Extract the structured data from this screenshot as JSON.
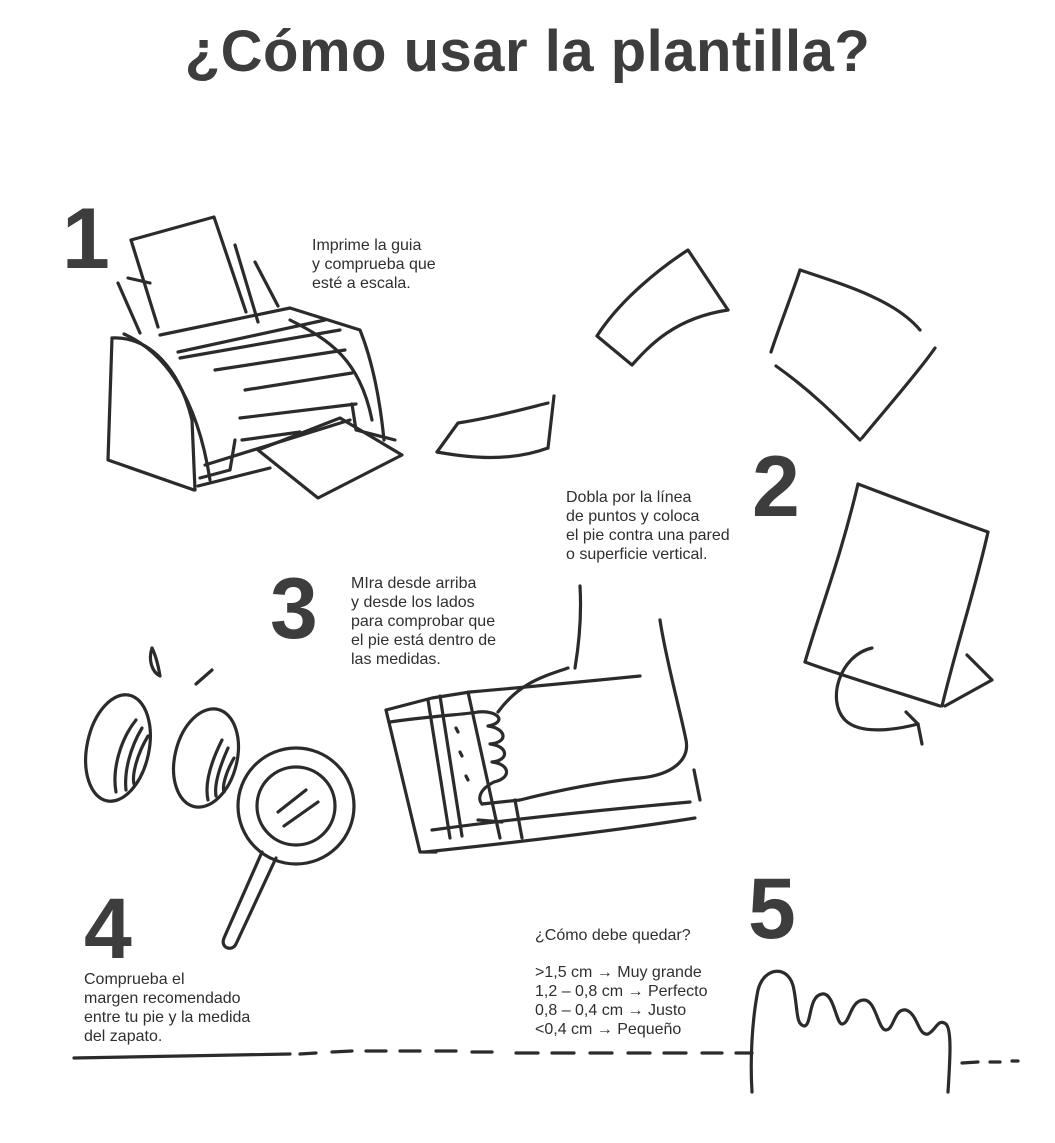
{
  "title": "¿Cómo usar la plantilla?",
  "steps": [
    {
      "number": "1",
      "lines": [
        "Imprime la guia",
        "y comprueba que",
        "esté a escala."
      ]
    },
    {
      "number": "2",
      "lines": [
        "Dobla por la línea",
        "de puntos y coloca",
        "el pie contra una pared",
        "o superficie vertical."
      ]
    },
    {
      "number": "3",
      "lines": [
        "MIra desde arriba",
        "y desde los lados",
        "para comprobar que",
        "el pie está dentro de",
        "las medidas."
      ]
    },
    {
      "number": "4",
      "lines": [
        "Comprueba el",
        "margen recomendado",
        "entre tu pie y la medida",
        "del zapato."
      ]
    },
    {
      "number": "5",
      "question": "¿Cómo debe quedar?",
      "lines": [
        ">1,5 cm → Muy grande",
        "1,2 – 0,8 cm → Perfecto",
        "0,8 – 0,4 cm → Justo",
        "<0,4 cm → Pequeño"
      ]
    }
  ],
  "icons": [
    "printer-icon",
    "paper-sheet-icon",
    "fold-arrow-icon",
    "foot-on-template-icon",
    "eyes-icon",
    "magnifying-glass-icon",
    "toes-icon"
  ]
}
